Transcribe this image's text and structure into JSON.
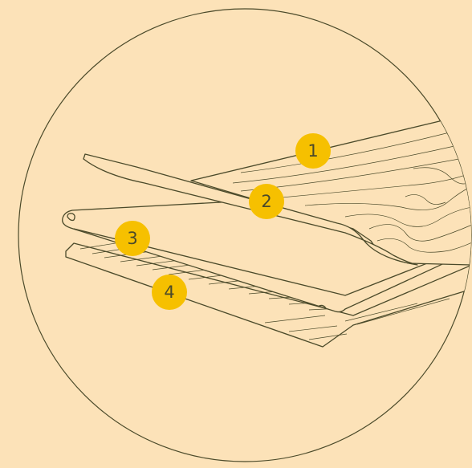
{
  "colors": {
    "background": "#fce2b8",
    "line": "#4b4a2a",
    "marker_fill": "#f6c000"
  },
  "markers": [
    {
      "label": "1",
      "icon": "numbered-circle"
    },
    {
      "label": "2",
      "icon": "numbered-circle"
    },
    {
      "label": "3",
      "icon": "numbered-circle"
    },
    {
      "label": "4",
      "icon": "numbered-circle"
    }
  ]
}
